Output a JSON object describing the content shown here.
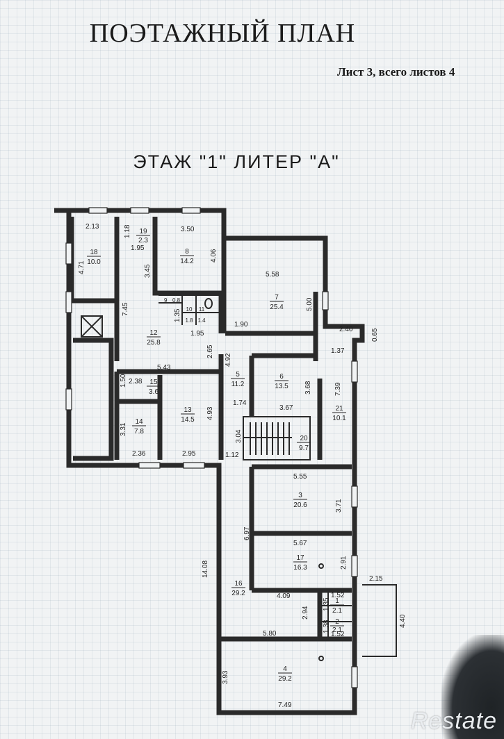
{
  "header": {
    "title": "ПОЭТАЖНЫЙ ПЛАН",
    "sheet": "Лист 3, всего листов 4",
    "floor": "ЭТАЖ \"1\" ЛИТЕР \"А\""
  },
  "plan": {
    "rooms": [
      {
        "no": "18",
        "area": "10.0"
      },
      {
        "no": "19",
        "area": "2.3"
      },
      {
        "no": "8",
        "area": "14.2"
      },
      {
        "no": "7",
        "area": "25.4"
      },
      {
        "no": "12",
        "area": "25.8"
      },
      {
        "no": "6",
        "area": "13.5"
      },
      {
        "no": "5",
        "area": "11.2"
      },
      {
        "no": "15",
        "area": "3.6"
      },
      {
        "no": "13",
        "area": "14.5"
      },
      {
        "no": "14",
        "area": "7.8"
      },
      {
        "no": "21",
        "area": "10.1"
      },
      {
        "no": "20",
        "area": "9.7"
      },
      {
        "no": "3",
        "area": "20.6"
      },
      {
        "no": "17",
        "area": "16.3"
      },
      {
        "no": "16",
        "area": "29.2"
      },
      {
        "no": "1",
        "area": "2.1"
      },
      {
        "no": "2",
        "area": "2.1"
      },
      {
        "no": "4",
        "area": "29.2"
      },
      {
        "no": "9",
        "area": "0.8"
      },
      {
        "no": "10",
        "area": "1.8"
      },
      {
        "no": "11",
        "area": "1.4"
      }
    ],
    "dimensions": [
      "2.13",
      "1.18",
      "3.50",
      "4.71",
      "1.95",
      "3.45",
      "4.06",
      "5.58",
      "5.00",
      "7.45",
      "1.35",
      "1.90",
      "1.95",
      "2.40",
      "0.65",
      "1.37",
      "2.65",
      "5.43",
      "4.92",
      "1.50",
      "2.38",
      "3.68",
      "7.39",
      "4.93",
      "3.67",
      "1.74",
      "3.31",
      "3.04",
      "2.36",
      "2.95",
      "1.12",
      "5.55",
      "3.71",
      "6.97",
      "5.67",
      "2.91",
      "14.08",
      "2.15",
      "4.09",
      "1.52",
      "1.35",
      "2.94",
      "4.40",
      "5.80",
      "1.38",
      "1.52",
      "3.93",
      "7.49"
    ]
  },
  "watermark": {
    "brand": "Restate"
  }
}
